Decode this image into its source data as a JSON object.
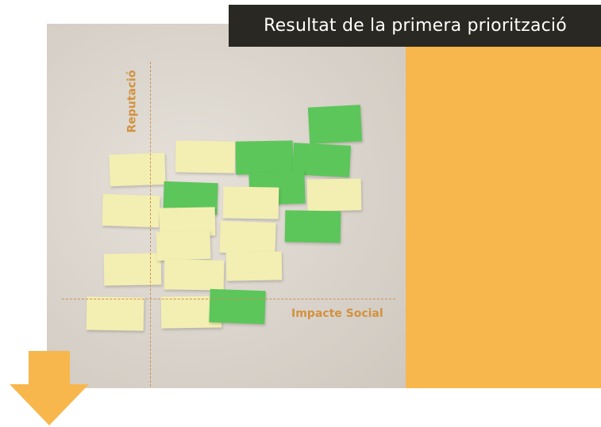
{
  "title": "Resultat de la primera priorització",
  "axes": {
    "vertical_label": "Reputació",
    "horizontal_label": "Impacte Social"
  },
  "colors": {
    "banner_bg": "#2a2822",
    "orange_panel": "#f7b74d",
    "axis_label": "#d2923f",
    "arrow": "#f7b74d",
    "note_yellow": "#f3eeb2",
    "note_green": "#5cc65a"
  },
  "decor": {
    "arrow_icon": "down-arrow-icon"
  }
}
